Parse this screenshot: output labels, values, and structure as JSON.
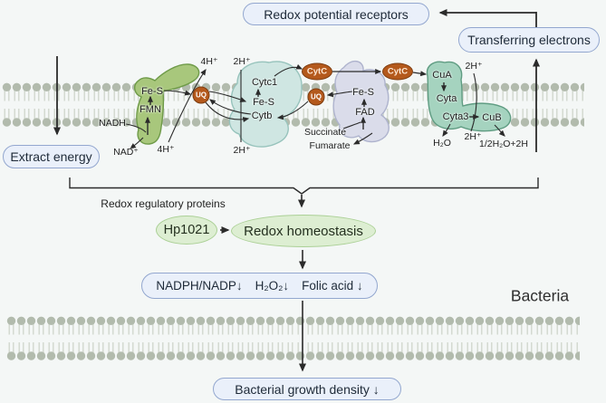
{
  "boxes": {
    "redox_receptors": "Redox potential receptors",
    "transferring_electrons": "Transferring electrons",
    "extract_energy": "Extract energy",
    "growth_density": "Bacterial growth density ↓"
  },
  "results": [
    "NADPH/NADP↓",
    "H₂O₂↓",
    "Folic acid ↓"
  ],
  "nodes": {
    "hp1021": "Hp1021",
    "redox_homeostasis": "Redox homeostasis"
  },
  "labels": {
    "regulatory": "Redox regulatory proteins",
    "bacteria": "Bacteria"
  },
  "complex1": {
    "nadh": "NADH",
    "nad": "NAD⁺",
    "h4_top": "4H⁺",
    "h4_bot": "4H⁺",
    "fes": "Fe-S",
    "fmn": "FMN"
  },
  "complex3": {
    "h2_top": "2H⁺",
    "h2_bot": "2H⁺",
    "cytc1": "Cytc1",
    "fes": "Fe-S",
    "cytb": "Cytb"
  },
  "complex2": {
    "fes": "Fe-S",
    "fad": "FAD",
    "succinate": "Succinate",
    "fumarate": "Fumarate"
  },
  "complex4": {
    "cua": "CuA",
    "cyta": "Cyta",
    "cyta3": "Cyta3",
    "cub": "CuB",
    "h2_top": "2H⁺",
    "h2_bot": "2H⁺",
    "h2o": "H₂O",
    "product": "1/2H₂O+2H"
  },
  "carriers": {
    "uq1": "UQ",
    "uq2": "UQ",
    "cytc_left": "CytC",
    "cytc_right": "CytC"
  },
  "colors": {
    "background": "#f4f7f6",
    "box_fill": "#eaf0fa",
    "box_border": "#93a7cf",
    "ellipse_fill": "#ddeed2",
    "ellipse_border": "#abd096",
    "complex1_fill": "#a8c77c",
    "complex3_fill": "#cfe6e2",
    "complex2_fill": "#dadcea",
    "complex4_fill": "#a5d3bf",
    "carrier_fill": "#b4591c",
    "membrane_head": "#b2bbad",
    "arrow": "#2b2b2b"
  }
}
